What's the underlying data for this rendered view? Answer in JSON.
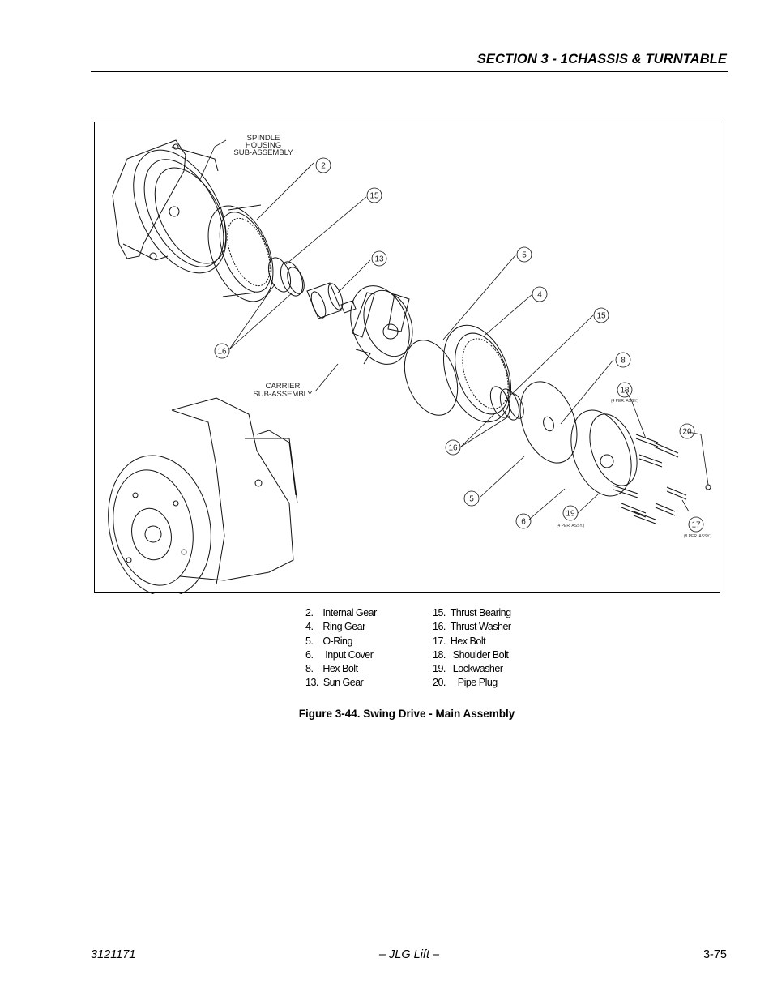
{
  "header": {
    "section_title": "SECTION 3 - 1CHASSIS & TURNTABLE"
  },
  "figure": {
    "labels": {
      "spindle_housing": [
        "SPINDLE",
        "HOUSING",
        "SUB-ASSEMBLY"
      ],
      "carrier": [
        "CARRIER",
        "SUB-ASSEMBLY"
      ],
      "per_assy_18": "(4 PER. ASSY.)",
      "per_assy_19": "(4 PER. ASSY.)",
      "per_assy_17": "(8 PER. ASSY.)"
    },
    "callouts": [
      "2",
      "15",
      "13",
      "5",
      "4",
      "15",
      "8",
      "18",
      "16",
      "16",
      "20",
      "5",
      "6",
      "19",
      "17"
    ]
  },
  "legend": {
    "left": [
      "2.    Internal Gear",
      "4.    Ring Gear",
      "5.    O-Ring",
      "6.     Input Cover",
      "8.    Hex Bolt",
      "13.  Sun Gear"
    ],
    "right": [
      "15.  Thrust Bearing",
      "16.  Thrust Washer",
      "17.  Hex Bolt",
      "18.   Shoulder Bolt",
      "19.   Lockwasher",
      "20.     Pipe Plug"
    ]
  },
  "caption": "Figure 3-44.  Swing Drive - Main Assembly",
  "footer": {
    "doc_number": "3121171",
    "center": "– JLG Lift –",
    "page": "3-75"
  }
}
